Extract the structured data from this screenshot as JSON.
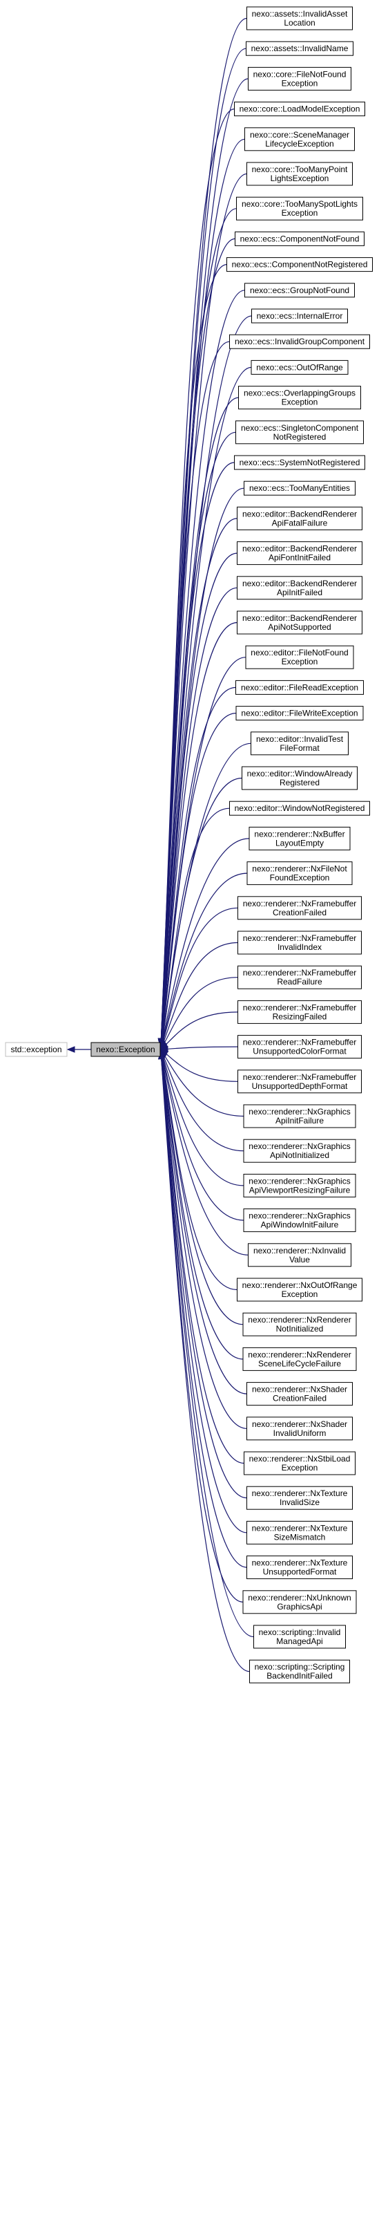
{
  "diagram": {
    "base_class": {
      "label": [
        "std::exception"
      ]
    },
    "root_class": {
      "label": [
        "nexo::Exception"
      ]
    },
    "derived_classes": [
      {
        "label": [
          "nexo::assets::InvalidAsset",
          "Location"
        ]
      },
      {
        "label": [
          "nexo::assets::InvalidName"
        ]
      },
      {
        "label": [
          "nexo::core::FileNotFound",
          "Exception"
        ]
      },
      {
        "label": [
          "nexo::core::LoadModelException"
        ]
      },
      {
        "label": [
          "nexo::core::SceneManager",
          "LifecycleException"
        ]
      },
      {
        "label": [
          "nexo::core::TooManyPoint",
          "LightsException"
        ]
      },
      {
        "label": [
          "nexo::core::TooManySpotLights",
          "Exception"
        ]
      },
      {
        "label": [
          "nexo::ecs::ComponentNotFound"
        ]
      },
      {
        "label": [
          "nexo::ecs::ComponentNotRegistered"
        ]
      },
      {
        "label": [
          "nexo::ecs::GroupNotFound"
        ]
      },
      {
        "label": [
          "nexo::ecs::InternalError"
        ]
      },
      {
        "label": [
          "nexo::ecs::InvalidGroupComponent"
        ]
      },
      {
        "label": [
          "nexo::ecs::OutOfRange"
        ]
      },
      {
        "label": [
          "nexo::ecs::OverlappingGroups",
          "Exception"
        ]
      },
      {
        "label": [
          "nexo::ecs::SingletonComponent",
          "NotRegistered"
        ]
      },
      {
        "label": [
          "nexo::ecs::SystemNotRegistered"
        ]
      },
      {
        "label": [
          "nexo::ecs::TooManyEntities"
        ]
      },
      {
        "label": [
          "nexo::editor::BackendRenderer",
          "ApiFatalFailure"
        ]
      },
      {
        "label": [
          "nexo::editor::BackendRenderer",
          "ApiFontInitFailed"
        ]
      },
      {
        "label": [
          "nexo::editor::BackendRenderer",
          "ApiInitFailed"
        ]
      },
      {
        "label": [
          "nexo::editor::BackendRenderer",
          "ApiNotSupported"
        ]
      },
      {
        "label": [
          "nexo::editor::FileNotFound",
          "Exception"
        ]
      },
      {
        "label": [
          "nexo::editor::FileReadException"
        ]
      },
      {
        "label": [
          "nexo::editor::FileWriteException"
        ]
      },
      {
        "label": [
          "nexo::editor::InvalidTest",
          "FileFormat"
        ]
      },
      {
        "label": [
          "nexo::editor::WindowAlready",
          "Registered"
        ]
      },
      {
        "label": [
          "nexo::editor::WindowNotRegistered"
        ]
      },
      {
        "label": [
          "nexo::renderer::NxBuffer",
          "LayoutEmpty"
        ]
      },
      {
        "label": [
          "nexo::renderer::NxFileNot",
          "FoundException"
        ]
      },
      {
        "label": [
          "nexo::renderer::NxFramebuffer",
          "CreationFailed"
        ]
      },
      {
        "label": [
          "nexo::renderer::NxFramebuffer",
          "InvalidIndex"
        ]
      },
      {
        "label": [
          "nexo::renderer::NxFramebuffer",
          "ReadFailure"
        ]
      },
      {
        "label": [
          "nexo::renderer::NxFramebuffer",
          "ResizingFailed"
        ]
      },
      {
        "label": [
          "nexo::renderer::NxFramebuffer",
          "UnsupportedColorFormat"
        ]
      },
      {
        "label": [
          "nexo::renderer::NxFramebuffer",
          "UnsupportedDepthFormat"
        ]
      },
      {
        "label": [
          "nexo::renderer::NxGraphics",
          "ApiInitFailure"
        ]
      },
      {
        "label": [
          "nexo::renderer::NxGraphics",
          "ApiNotInitialized"
        ]
      },
      {
        "label": [
          "nexo::renderer::NxGraphics",
          "ApiViewportResizingFailure"
        ]
      },
      {
        "label": [
          "nexo::renderer::NxGraphics",
          "ApiWindowInitFailure"
        ]
      },
      {
        "label": [
          "nexo::renderer::NxInvalid",
          "Value"
        ]
      },
      {
        "label": [
          "nexo::renderer::NxOutOfRange",
          "Exception"
        ]
      },
      {
        "label": [
          "nexo::renderer::NxRenderer",
          "NotInitialized"
        ]
      },
      {
        "label": [
          "nexo::renderer::NxRenderer",
          "SceneLifeCycleFailure"
        ]
      },
      {
        "label": [
          "nexo::renderer::NxShader",
          "CreationFailed"
        ]
      },
      {
        "label": [
          "nexo::renderer::NxShader",
          "InvalidUniform"
        ]
      },
      {
        "label": [
          "nexo::renderer::NxStbiLoad",
          "Exception"
        ]
      },
      {
        "label": [
          "nexo::renderer::NxTexture",
          "InvalidSize"
        ]
      },
      {
        "label": [
          "nexo::renderer::NxTexture",
          "SizeMismatch"
        ]
      },
      {
        "label": [
          "nexo::renderer::NxTexture",
          "UnsupportedFormat"
        ]
      },
      {
        "label": [
          "nexo::renderer::NxUnknown",
          "GraphicsApi"
        ]
      },
      {
        "label": [
          "nexo::scripting::Invalid",
          "ManagedApi"
        ]
      },
      {
        "label": [
          "nexo::scripting::Scripting",
          "BackendInitFailed"
        ]
      }
    ],
    "colors": {
      "edge": "#191970",
      "node_border": "#000000",
      "external_border": "#bfbfbf",
      "current_fill": "#bfbfbf"
    }
  }
}
